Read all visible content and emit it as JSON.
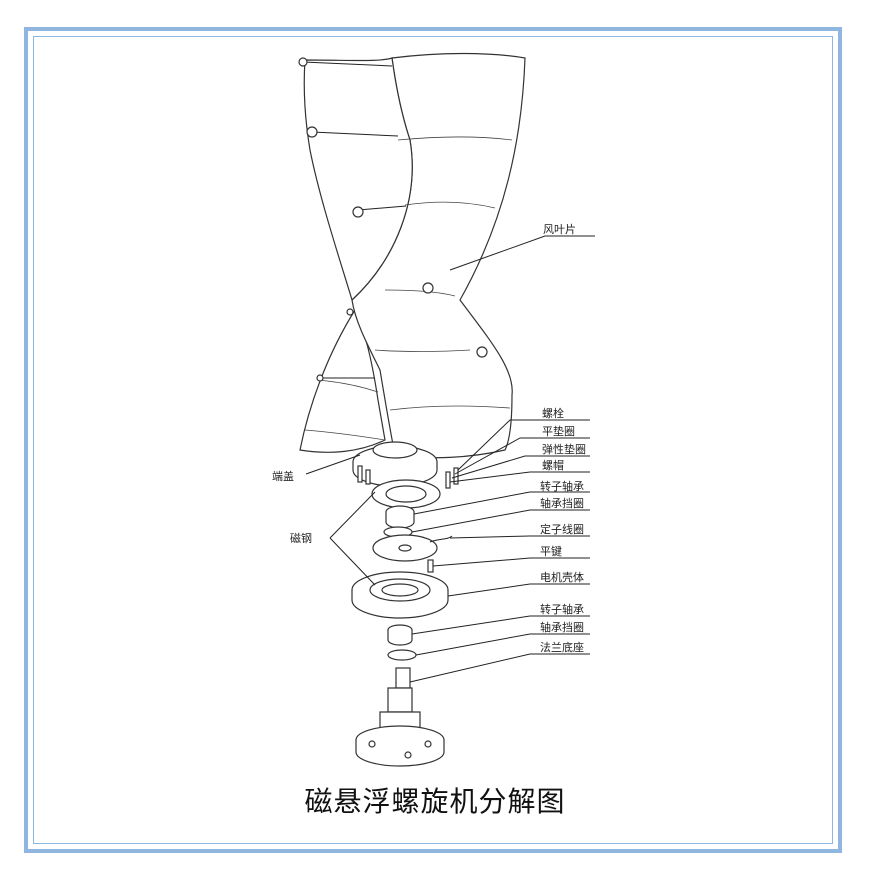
{
  "caption": "磁悬浮螺旋机分解图",
  "labels": {
    "blade": "风叶片",
    "bolt": "螺栓",
    "flat_washer": "平垫圈",
    "spring_washer": "弹性垫圈",
    "nut": "螺帽",
    "end_cover": "端盖",
    "rotor_bearing_1": "转子轴承",
    "bearing_ring_1": "轴承挡圈",
    "magnet": "磁钢",
    "stator_coil": "定子线圈",
    "flat_key": "平键",
    "motor_housing": "电机壳体",
    "rotor_bearing_2": "转子轴承",
    "bearing_ring_2": "轴承挡圈",
    "flange_base": "法兰底座"
  }
}
